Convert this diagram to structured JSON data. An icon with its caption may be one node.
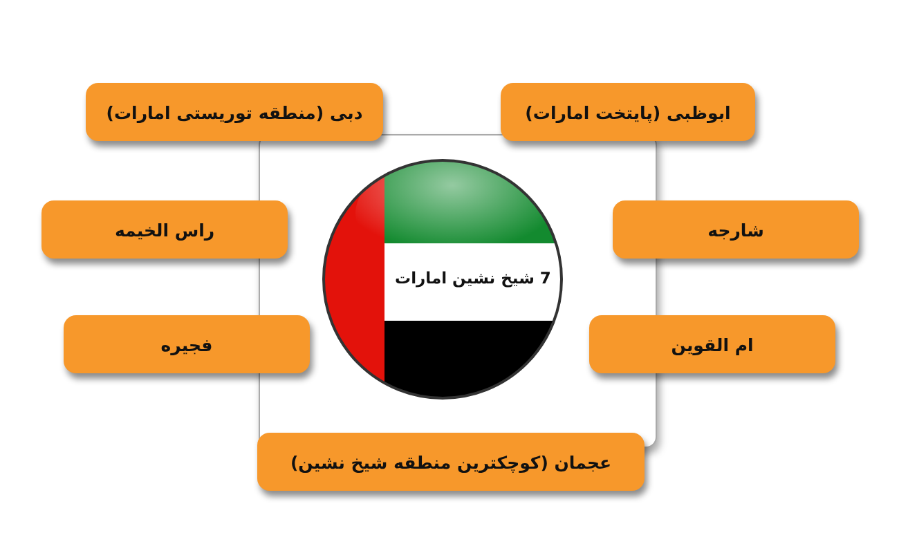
{
  "diagram": {
    "nodes": [
      {
        "text": [
          "ابوظبی (پایتخت امارات)"
        ]
      },
      {
        "text": [
          "دبی (منطقه توریستی امارات)"
        ]
      },
      {
        "text": [
          "شارجه"
        ]
      },
      {
        "text": [
          "راس الخیمه"
        ]
      },
      {
        "text": [
          "7 شیخ نشین امارات"
        ]
      },
      {
        "text": [
          "ام القوین"
        ]
      },
      {
        "text": [
          "فجیره"
        ]
      },
      {
        "text": [
          "عجمان (کوچکترین منطقه شیخ نشین)"
        ]
      }
    ],
    "edges": []
  }
}
